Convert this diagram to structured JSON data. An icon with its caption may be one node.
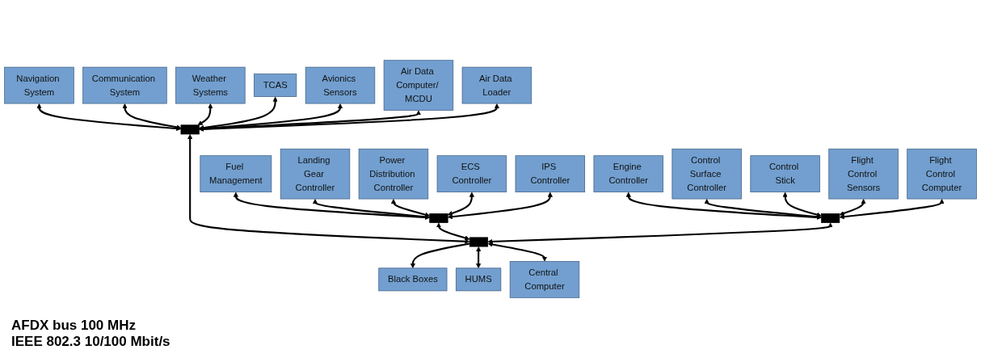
{
  "diagram": {
    "nodes": [
      {
        "text": [
          "Navigation System"
        ]
      },
      {
        "text": [
          "Communication System"
        ]
      },
      {
        "text": [
          "Weather Systems"
        ]
      },
      {
        "text": [
          "TCAS"
        ]
      },
      {
        "text": [
          "Avionics Sensors"
        ]
      },
      {
        "text": [
          "Air Data Computer/ MCDU"
        ]
      },
      {
        "text": [
          "Air Data Loader"
        ]
      },
      {
        "text": [],
        "shape": "bar"
      },
      {
        "text": [
          "Fuel Management"
        ]
      },
      {
        "text": [
          "Landing Gear Controller"
        ]
      },
      {
        "text": [
          "Power Distribution Controller"
        ]
      },
      {
        "text": [
          "ECS Controller"
        ]
      },
      {
        "text": [
          "IPS Controller"
        ]
      },
      {
        "text": [
          "Engine Controller"
        ]
      },
      {
        "text": [
          "Control Surface Controller"
        ]
      },
      {
        "text": [
          "Control Stick"
        ]
      },
      {
        "text": [
          "Flight Control Sensors"
        ]
      },
      {
        "text": [
          "Flight Control Computer"
        ]
      },
      {
        "text": [],
        "shape": "bar"
      },
      {
        "text": [],
        "shape": "bar"
      },
      {
        "text": [
          "Black Boxes"
        ]
      },
      {
        "text": [
          "HUMS"
        ]
      },
      {
        "text": [
          "Central Computer"
        ]
      },
      {
        "text": [],
        "shape": "bar"
      }
    ],
    "edges": [
      {
        "from": 0,
        "to": 7,
        "arrow": "both"
      },
      {
        "from": 1,
        "to": 7,
        "arrow": "both"
      },
      {
        "from": 2,
        "to": 7,
        "arrow": "both"
      },
      {
        "from": 3,
        "to": 7,
        "arrow": "both"
      },
      {
        "from": 4,
        "to": 7,
        "arrow": "both"
      },
      {
        "from": 5,
        "to": 7,
        "arrow": "both"
      },
      {
        "from": 6,
        "to": 7,
        "arrow": "both"
      },
      {
        "from": 8,
        "to": 18,
        "arrow": "both"
      },
      {
        "from": 9,
        "to": 18,
        "arrow": "both"
      },
      {
        "from": 10,
        "to": 18,
        "arrow": "both"
      },
      {
        "from": 11,
        "to": 18,
        "arrow": "both"
      },
      {
        "from": 12,
        "to": 18,
        "arrow": "both"
      },
      {
        "from": 13,
        "to": 19,
        "arrow": "both"
      },
      {
        "from": 14,
        "to": 19,
        "arrow": "both"
      },
      {
        "from": 15,
        "to": 19,
        "arrow": "both"
      },
      {
        "from": 16,
        "to": 19,
        "arrow": "both"
      },
      {
        "from": 17,
        "to": 19,
        "arrow": "both"
      },
      {
        "from": 7,
        "to": 23,
        "arrow": "both"
      },
      {
        "from": 18,
        "to": 23,
        "arrow": "both"
      },
      {
        "from": 19,
        "to": 23,
        "arrow": "both"
      },
      {
        "from": 23,
        "to": 20,
        "arrow": "to"
      },
      {
        "from": 23,
        "to": 21,
        "arrow": "both"
      },
      {
        "from": 23,
        "to": 22,
        "arrow": "both"
      }
    ],
    "labels": [
      "AFDX bus 100 MHz",
      "IEEE 802.3 10/100 Mbit/s"
    ]
  }
}
